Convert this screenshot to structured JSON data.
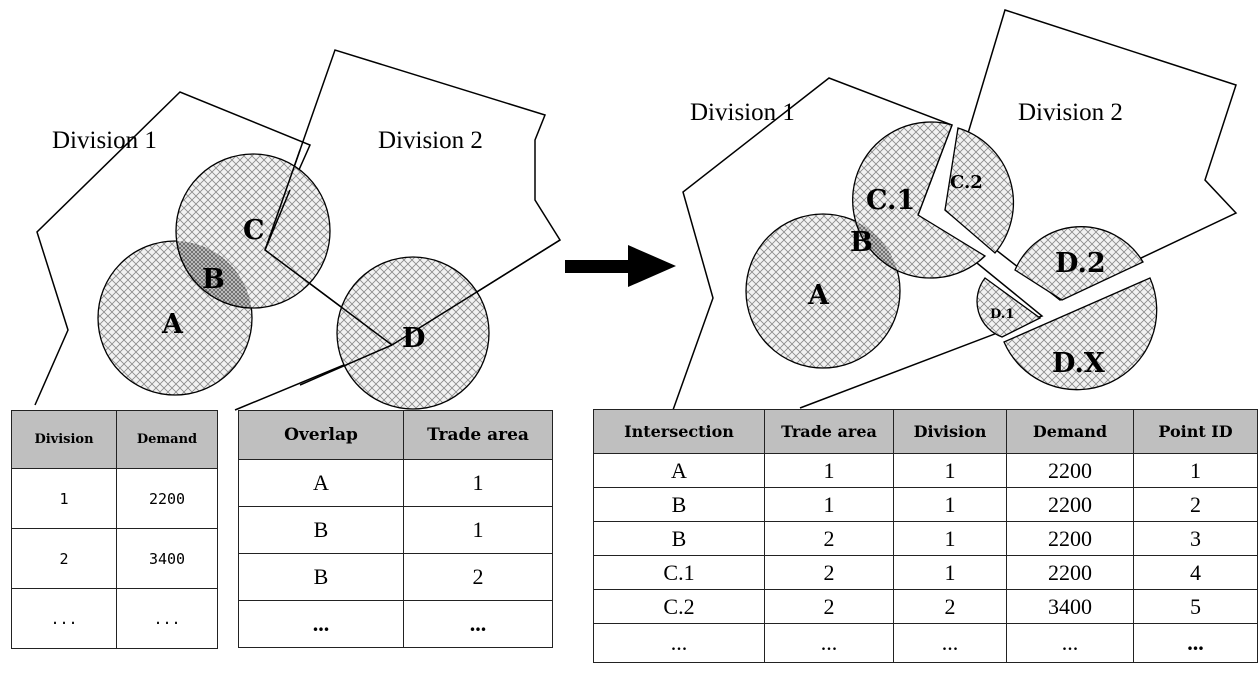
{
  "left_diagram": {
    "division_1_label": "Division 1",
    "division_2_label": "Division 2",
    "area_labels": {
      "a": "A",
      "b": "B",
      "c": "C",
      "d": "D"
    }
  },
  "right_diagram": {
    "division_1_label": "Division 1",
    "division_2_label": "Division 2",
    "area_labels": {
      "a": "A",
      "b": "B",
      "c1": "C.1",
      "c2": "C.2",
      "d1": "D.1",
      "d2": "D.2",
      "dx": "D.X"
    }
  },
  "division_table": {
    "headers": [
      "Division",
      "Demand"
    ],
    "rows": [
      [
        "1",
        "2200"
      ],
      [
        "2",
        "3400"
      ],
      [
        "...",
        "..."
      ]
    ]
  },
  "overlap_table": {
    "headers": [
      "Overlap",
      "Trade area"
    ],
    "rows": [
      [
        "A",
        "1"
      ],
      [
        "B",
        "1"
      ],
      [
        "B",
        "2"
      ],
      [
        "...",
        "..."
      ]
    ]
  },
  "intersection_table": {
    "headers": [
      "Intersection",
      "Trade area",
      "Division",
      "Demand",
      "Point ID"
    ],
    "rows": [
      [
        "A",
        "1",
        "1",
        "2200",
        "1"
      ],
      [
        "B",
        "1",
        "1",
        "2200",
        "2"
      ],
      [
        "B",
        "2",
        "1",
        "2200",
        "3"
      ],
      [
        "C.1",
        "2",
        "1",
        "2200",
        "4"
      ],
      [
        "C.2",
        "2",
        "2",
        "3400",
        "5"
      ],
      [
        "...",
        "...",
        "...",
        "...",
        "..."
      ]
    ]
  }
}
